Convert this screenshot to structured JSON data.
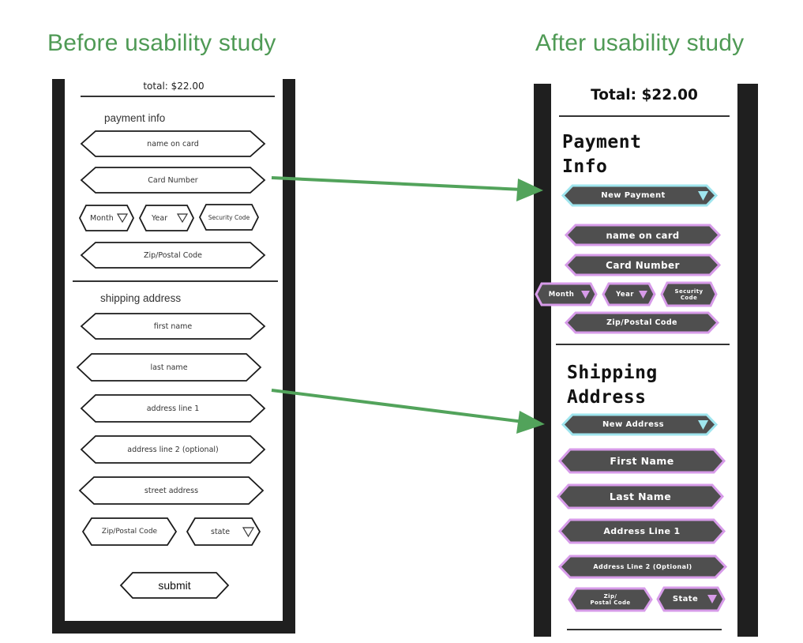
{
  "headings": {
    "before": "Before usability study",
    "after": "After usability study"
  },
  "before": {
    "total": "total: $22.00",
    "payment_title": "payment info",
    "payment_fields": {
      "name_on_card": "name on card",
      "card_number": "Card Number",
      "month": "Month",
      "year": "Year",
      "security_code": "Security Code",
      "zip": "Zip/Postal Code"
    },
    "shipping_title": "shipping address",
    "shipping_fields": {
      "first_name": "first name",
      "last_name": "last name",
      "address_line_1": "address line 1",
      "address_line_2": "address line 2 (optional)",
      "street_address": "street address",
      "zip": "Zip/Postal Code",
      "state": "state"
    },
    "submit": "submit"
  },
  "after": {
    "total": "Total: $22.00",
    "payment_title_line1": "Payment",
    "payment_title_line2": "Info",
    "new_payment": "New Payment",
    "payment_fields": {
      "name_on_card": "name on card",
      "card_number": "Card Number",
      "month": "Month",
      "year": "Year",
      "security_line1": "Security",
      "security_line2": "Code",
      "zip": "Zip/Postal Code"
    },
    "shipping_title_line1": "Shipping",
    "shipping_title_line2": "Address",
    "new_address": "New Address",
    "shipping_fields": {
      "first_name": "First Name",
      "last_name": "Last Name",
      "address_line_1": "Address Line 1",
      "address_line_2": "Address Line 2 (Optional)",
      "zip_line1": "Zip/",
      "zip_line2": "Postal Code",
      "state": "State"
    }
  },
  "colors": {
    "heading": "#4f9a55",
    "arrow": "#52a35b",
    "pill_fill": "#4f4f4f",
    "pill_outline": "#d79be9",
    "dropdown_outline": "#9fe5ee",
    "frame": "#1f1f1f"
  }
}
